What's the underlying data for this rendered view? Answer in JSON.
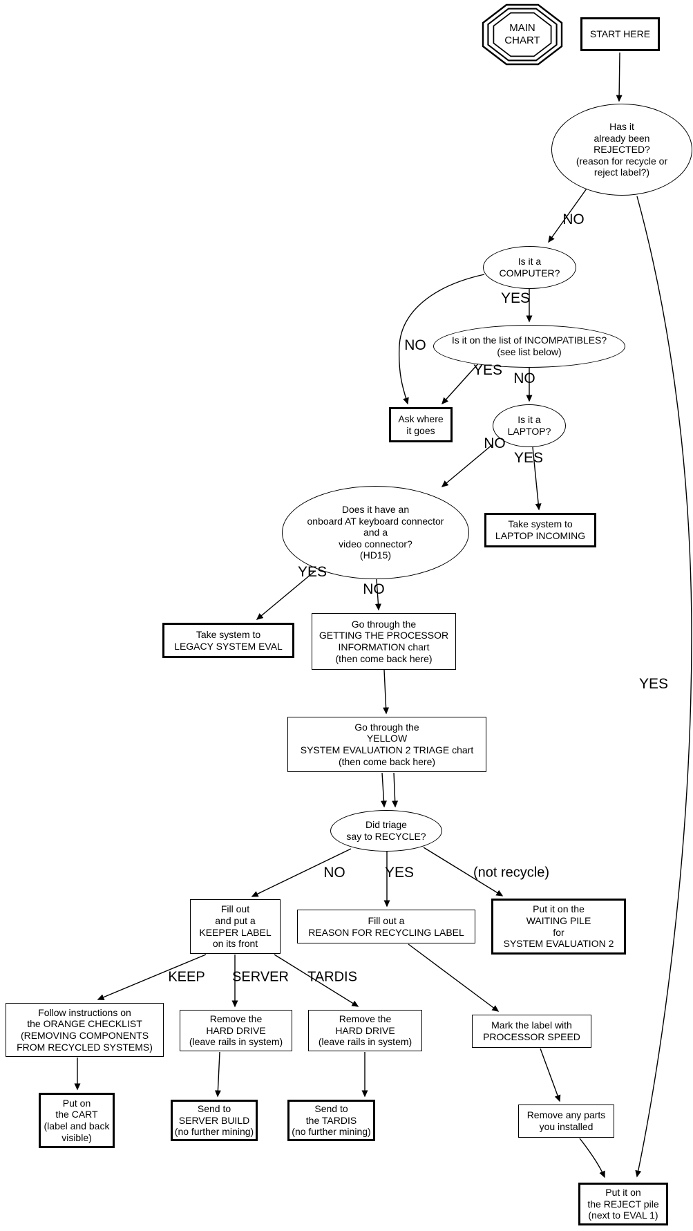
{
  "badge": {
    "label": "MAIN\nCHART"
  },
  "nodes": {
    "start": {
      "text": "START HERE"
    },
    "rejected": {
      "text": "Has it\nalready been\nREJECTED?\n(reason for recycle or\nreject label?)"
    },
    "computer": {
      "text": "Is it a\nCOMPUTER?"
    },
    "incompatibles": {
      "text": "Is it on the list of INCOMPATIBLES?\n(see list below)"
    },
    "ask_where": {
      "text": "Ask where\nit goes"
    },
    "laptop": {
      "text": "Is it a\nLAPTOP?"
    },
    "laptop_incoming": {
      "text": "Take system to\nLAPTOP INCOMING"
    },
    "at_connector": {
      "text": "Does it have an\nonboard AT keyboard connector\nand a\nvideo connector?\n(HD15)"
    },
    "legacy_eval": {
      "text": "Take system to\nLEGACY SYSTEM EVAL"
    },
    "processor_info": {
      "text": "Go through the\nGETTING THE PROCESSOR\nINFORMATION chart\n(then come back here)"
    },
    "yellow_triage": {
      "text": "Go through the\nYELLOW\nSYSTEM EVALUATION 2 TRIAGE chart\n(then come back here)"
    },
    "did_triage": {
      "text": "Did triage\nsay to RECYCLE?"
    },
    "keeper_label": {
      "text": "Fill out\nand put a\nKEEPER LABEL\non its front"
    },
    "recycling_label": {
      "text": "Fill out a\nREASON FOR RECYCLING LABEL"
    },
    "waiting_pile": {
      "text": "Put it on the\nWAITING PILE\nfor\nSYSTEM EVALUATION 2"
    },
    "orange_checklist": {
      "text": "Follow instructions on\nthe ORANGE CHECKLIST\n(REMOVING COMPONENTS\nFROM RECYCLED SYSTEMS)"
    },
    "hdd_server": {
      "text": "Remove the\nHARD DRIVE\n(leave rails in system)"
    },
    "hdd_tardis": {
      "text": "Remove the\nHARD DRIVE\n(leave rails in system)"
    },
    "processor_speed": {
      "text": "Mark the label with\nPROCESSOR SPEED"
    },
    "cart": {
      "text": "Put on\nthe CART\n(label and back\nvisible)"
    },
    "server_build": {
      "text": "Send to\nSERVER BUILD\n(no further mining)"
    },
    "tardis_build": {
      "text": "Send to\nthe TARDIS\n(no further mining)"
    },
    "remove_parts": {
      "text": "Remove any parts\nyou installed"
    },
    "reject_pile": {
      "text": "Put it on\nthe REJECT pile\n(next to EVAL 1)"
    }
  },
  "labels": {
    "rejected_no": "NO",
    "rejected_yes": "YES",
    "computer_yes": "YES",
    "computer_no": "NO",
    "incompatibles_yes": "YES",
    "incompatibles_no": "NO",
    "laptop_no": "NO",
    "laptop_yes": "YES",
    "at_yes": "YES",
    "at_no": "NO",
    "triage_no": "NO",
    "triage_yes": "YES",
    "triage_not_recycle": "(not recycle)",
    "keep": "KEEP",
    "server": "SERVER",
    "tardis": "TARDIS"
  },
  "colors": {
    "line": "#000000",
    "background": "#ffffff"
  }
}
